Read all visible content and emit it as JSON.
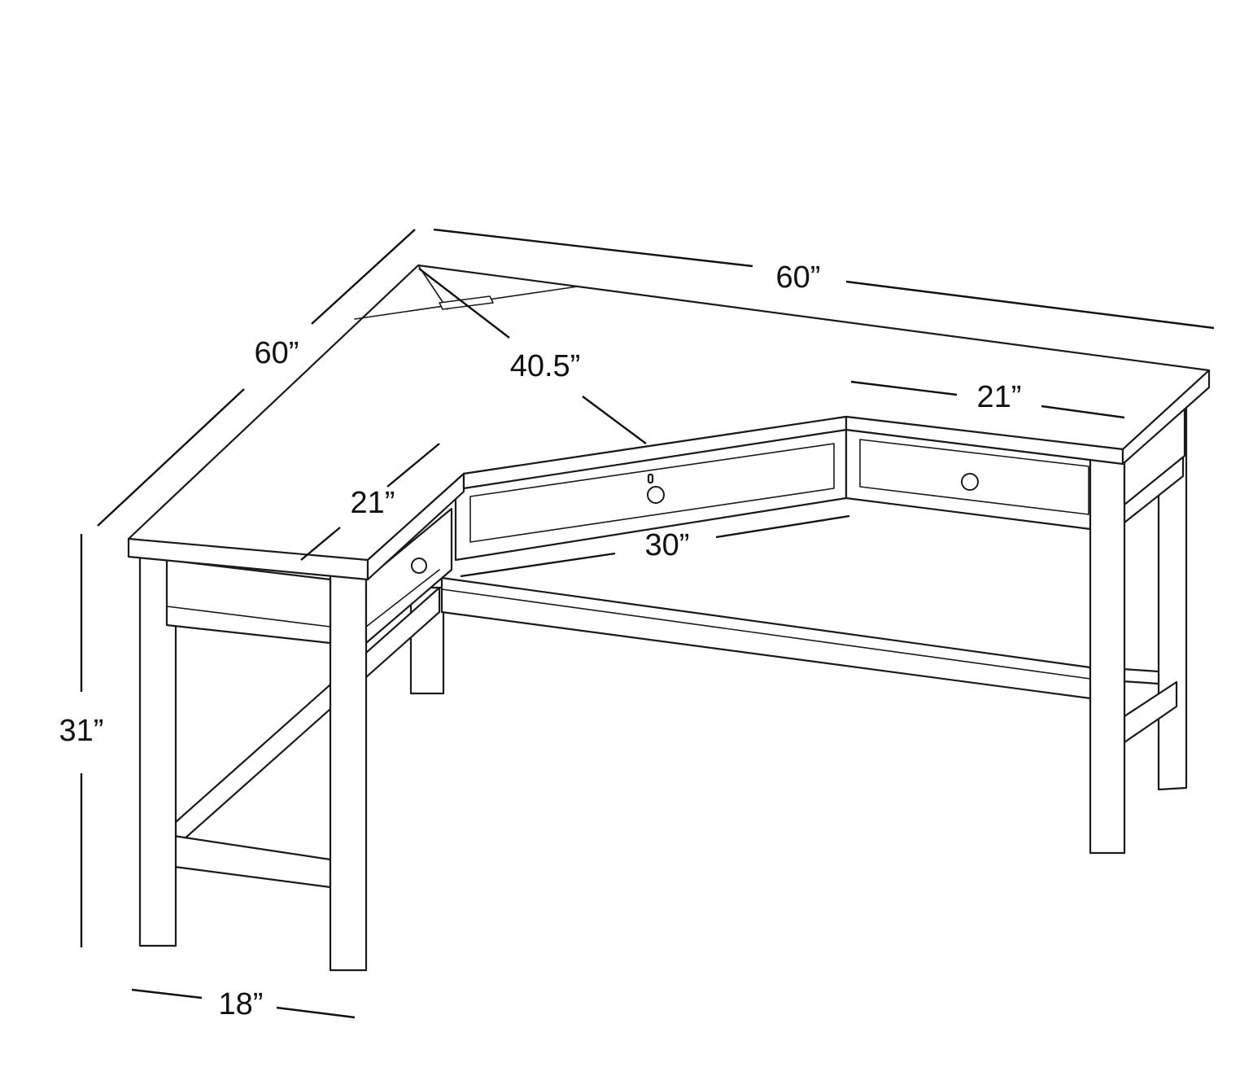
{
  "dimensions": {
    "back_width": "60”",
    "side_length": "60”",
    "corner_diagonal": "40.5”",
    "right_depth": "21”",
    "left_depth": "21”",
    "inner_front": "30”",
    "height": "31”",
    "leg_depth": "18”"
  },
  "colors": {
    "line": "#1a1a1a",
    "background": "#ffffff"
  }
}
